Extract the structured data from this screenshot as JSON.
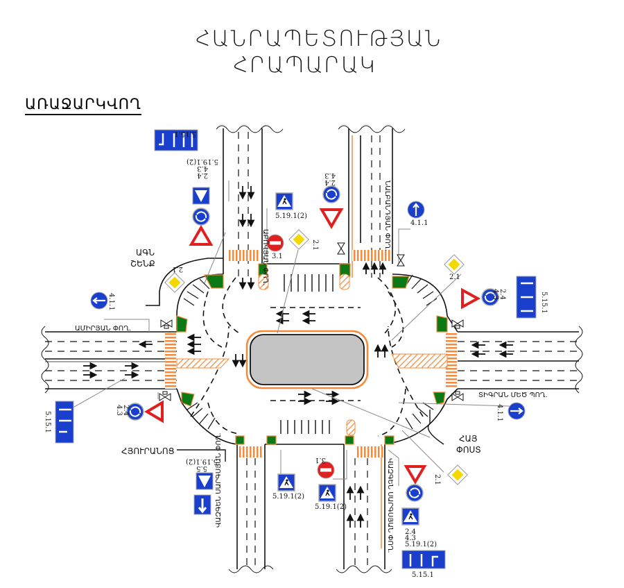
{
  "title": {
    "line1": "ՀԱՆՐԱՊԵՏՈՒԹՅԱՆ",
    "line2": "ՀՐԱՊԱՐԱԿ"
  },
  "subtitle": "ԱՌԱՋԱՐԿՎՈՂ",
  "streets": {
    "north_left": "ԱԲՈՎՅԱՆ ՓՈՂ.",
    "north_right": "ՆԱԼԲԱՆԴՅԱՆ ՓՈՂ.",
    "west": "ԱՄԻՐՅԱՆ ՓՈՂ.",
    "east": "ՏԻԳՐԱՆ ՄԵԾ ՊՈՂ.",
    "south_left": "ՎԱԶԳԵՆ ՍԱՐԳՍՅԱՆ ՓՈՂ.",
    "south_right": "ՎԱԶԳԵՆ ՍԱՐԳՍՅԱՆ ՓՈՂ."
  },
  "landmarks": {
    "mfa_line1": "ԱԳՆ",
    "mfa_line2": "ՇԵՆՔ",
    "hotel": "ՀՅՈՒՐԱՆՈՑ",
    "post_line1": "ՀԱՅ",
    "post_line2": "ՓՈՍՏ"
  },
  "signs": {
    "nw_lane_sign": "5.15.1",
    "nw_group_line1": "2.4",
    "nw_group_line2": "4.3",
    "nw_group_line3": "5.19.1(2)",
    "n_ped": "5.19.1(2)",
    "n_noentry": "3.1",
    "n_priority": "2.1",
    "ne_group_line1": "2.4",
    "ne_group_line2": "4.3",
    "ne_straight": "4.1.1",
    "mfa_priority": "2.1",
    "w_mandatory": "4.1.1",
    "e_priority": "2.1",
    "e_group_line1": "2.4",
    "e_group_line2": "4.3",
    "e_lane_sign": "5.15.1",
    "se_mandatory": "4.1.1",
    "w_lane_sign": "5.15.1",
    "sw_group_line1": "2.4",
    "sw_group_line2": "4.3",
    "sw_group2_line1": "5.5",
    "sw_group2_line2": "5.19.1(2)",
    "s_ped_left": "5.19.1(2)",
    "s_ped_right": "5.19.1(2)",
    "s_noentry": "3.1",
    "se_priority": "2.1",
    "se_group_line1": "2.4",
    "se_group_line2": "4.3",
    "se_group_line3": "5.19.1(2)",
    "se_lane_sign": "5.15.1"
  },
  "colors": {
    "sign_blue": "#1a3fcc",
    "sign_red": "#e02020",
    "priority_yellow": "#f5d800",
    "crosswalk_orange": "#f58a3a",
    "island_green": "#0b7a16",
    "roundabout_gray": "#c4c4c4"
  }
}
